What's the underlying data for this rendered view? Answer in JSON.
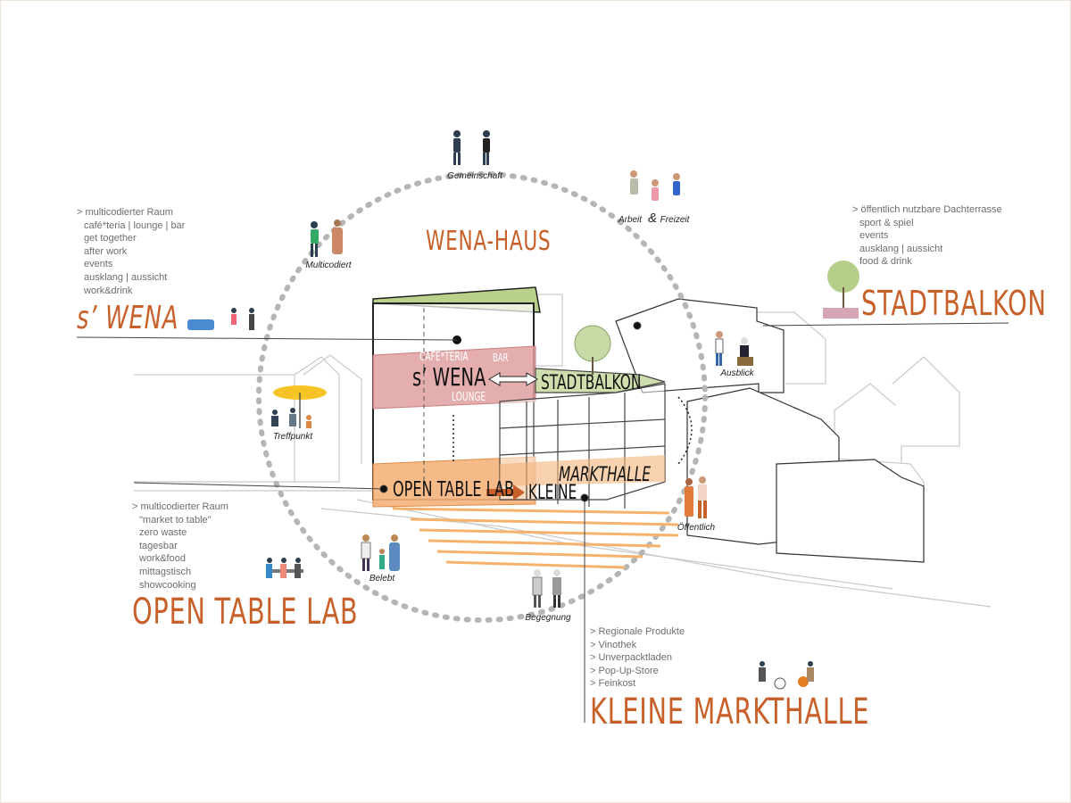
{
  "colors": {
    "accent_orange": "#c8602a",
    "wena_pink": "#e0a0a0",
    "lab_orange": "#f4b27a",
    "roof_green": "#b9d18a",
    "dashed_circle": "#b5b5b5",
    "text_gray": "#6d6d6d"
  },
  "center_title": "WENA-HAUS",
  "sections": {
    "wena": {
      "title": "s’ WENA",
      "items": [
        "> multicodierter Raum",
        "café*teria | lounge | bar",
        "get together",
        "after work",
        "events",
        "ausklang | aussicht",
        "work&drink"
      ]
    },
    "stadtbalkon": {
      "title": "STADTBALKON",
      "items": [
        "> öffentlich nutzbare Dachterrasse",
        "sport & spiel",
        "events",
        "ausklang | aussicht",
        "food & drink"
      ]
    },
    "open_table_lab": {
      "title": "OPEN TABLE LAB",
      "items": [
        "> multicodierter Raum",
        "\"market to table\"",
        "zero waste",
        "tagesbar",
        "work&food",
        "mittagstisch",
        "showcooking"
      ]
    },
    "kleine_markthalle": {
      "title": "KLEINE MARKTHALLE",
      "items": [
        "> Regionale Produkte",
        "> Vinothek",
        "> Unverpacktladen",
        "> Pop-Up-Store",
        "> Feinkost"
      ]
    }
  },
  "circle_captions": {
    "gemeinschaft": "Gemeinschaft",
    "arbeit": "Arbeit",
    "amp": "&",
    "freizeit": "Freizeit",
    "multicodiert": "Multicodiert",
    "treffpunkt": "Treffpunkt",
    "ausblick": "Ausblick",
    "oeffentlich": "Öffentlich",
    "belebt": "Belebt",
    "begegnung": "Begegnung"
  },
  "building_labels": {
    "cafeteria": "CAFÉ*TERIA",
    "bar": "BAR",
    "s_wena": "s’ WENA",
    "lounge": "LOUNGE",
    "stadtbalkon": "STADTBALKON",
    "markthalle": "MARKTHALLE",
    "kleine": "KLEINE",
    "open_table_lab": "OPEN TABLE LAB"
  }
}
